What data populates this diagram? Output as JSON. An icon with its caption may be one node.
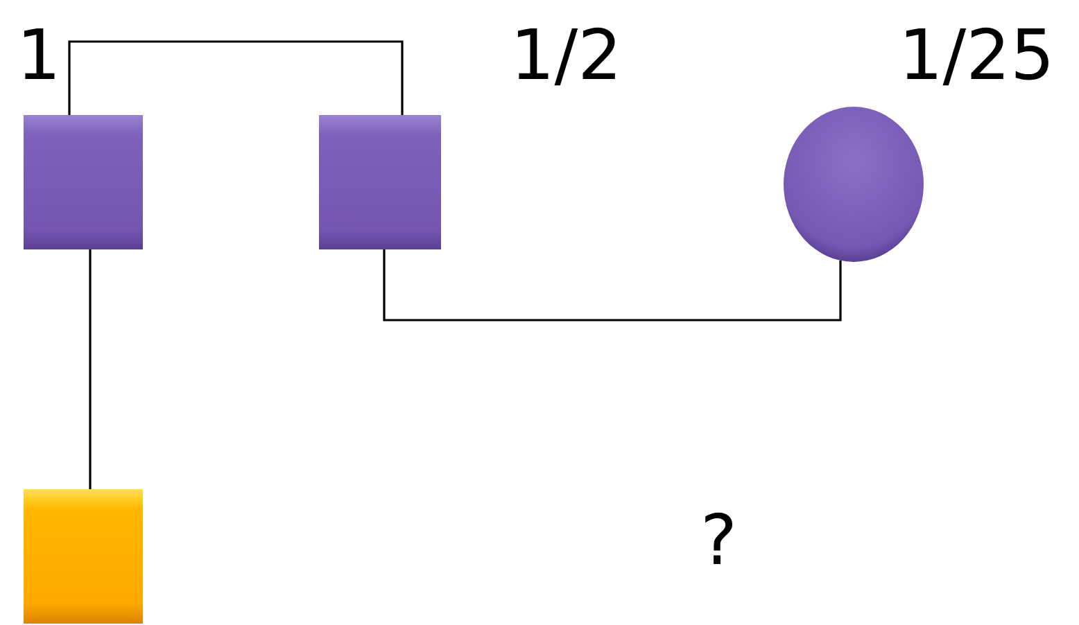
{
  "diagram": {
    "nodes": [
      {
        "text": [],
        "shape": "box",
        "beside": [
          "1"
        ]
      },
      {
        "text": [],
        "shape": "box",
        "beside": [
          "1/2"
        ]
      },
      {
        "text": [],
        "shape": "circle",
        "beside": [
          "1/25"
        ]
      },
      {
        "text": [],
        "shape": "box"
      }
    ],
    "edges": [
      {
        "from": 0,
        "to": 1,
        "arrow": "none"
      },
      {
        "from": 1,
        "to": 2,
        "arrow": "none"
      },
      {
        "from": 0,
        "to": 3,
        "arrow": "none"
      }
    ],
    "labels": [
      "?"
    ]
  }
}
